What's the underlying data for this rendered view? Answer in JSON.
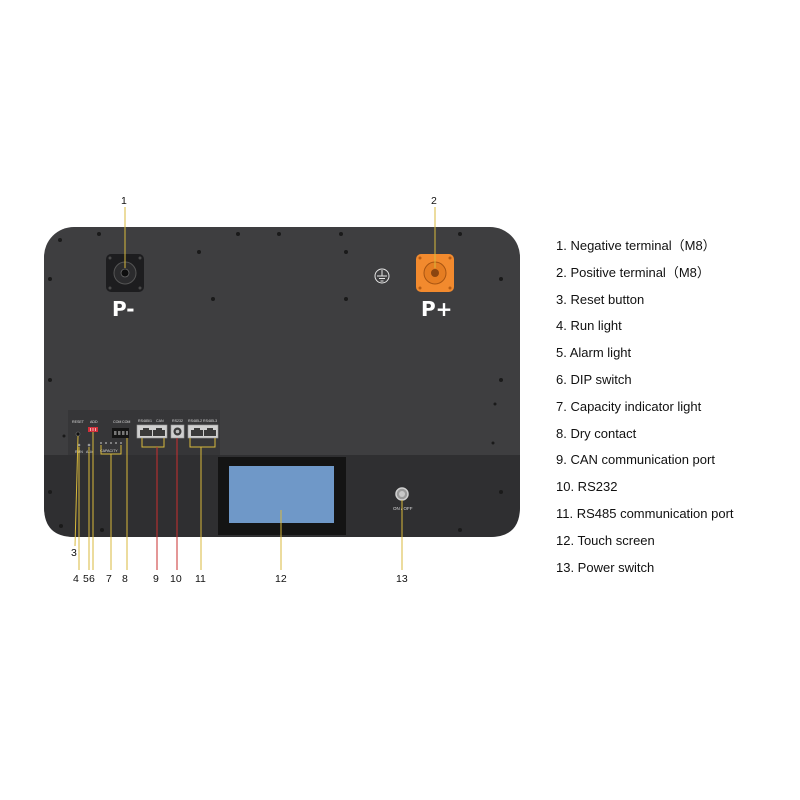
{
  "terminals": {
    "negative_label": "P-",
    "positive_label": "P+"
  },
  "panel_labels": {
    "reset": "RESET",
    "addr": "ADD",
    "run": "RUN",
    "alm": "ALM",
    "capacity": "CAPACITY",
    "com1": "COM",
    "com2": "COM",
    "rs485_1": "RS485/1",
    "can": "CAN",
    "rs232": "RS232",
    "rs485_2": "RS485-2",
    "rs485_3": "RS485-3",
    "power": "ON / OFF"
  },
  "callouts": [
    "1",
    "2",
    "3",
    "4",
    "5",
    "6",
    "7",
    "8",
    "9",
    "10",
    "11",
    "12",
    "13"
  ],
  "legend": [
    "1. Negative terminal（M8）",
    "2. Positive terminal（M8）",
    "3. Reset button",
    "4.  Run light",
    "5. Alarm light",
    "6. DIP switch",
    "7. Capacity indicator light",
    "8. Dry contact",
    "9. CAN communication port",
    "10. RS232",
    "11. RS485 communication port",
    "12. Touch screen",
    "13. Power switch"
  ],
  "colors": {
    "panel": "#3e3e40",
    "panel_lower": "#2f2f31",
    "terminal_positive": "#f28a2e",
    "terminal_negative": "#1d1d1f",
    "leader_yellow": "#d8b93c",
    "leader_red": "#c92f2f",
    "screen": "#6f98c8",
    "screen_bezel": "#141414"
  },
  "icons": [
    "ground-icon"
  ]
}
